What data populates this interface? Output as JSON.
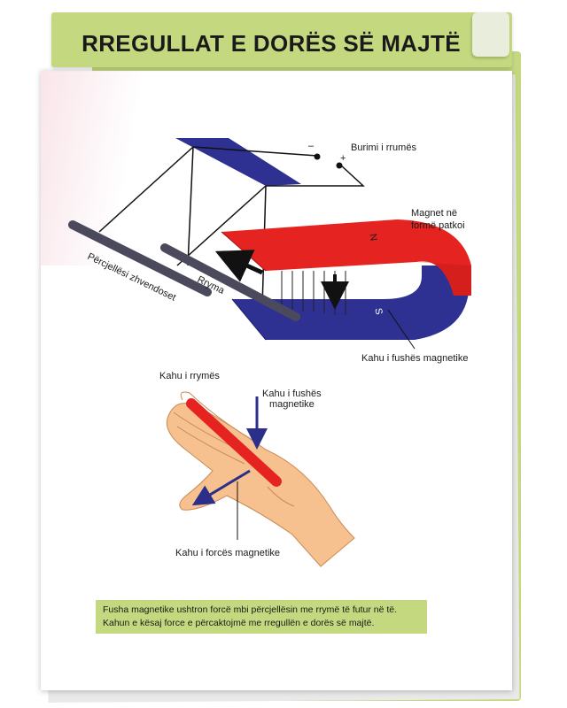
{
  "title": "RREGULLAT E DORËS SË MAJTË",
  "labels": {
    "source": "Burimi i rrumës",
    "minus": "–",
    "plus": "+",
    "magnet_line1": "Magnet në",
    "magnet_line2": "formë patkoi",
    "north": "N",
    "south": "S",
    "moving_conductor": "Përcjellësi zhvendoset",
    "rails": "Rryma",
    "field_direction_magnet": "Kahu i fushës magnetike",
    "current_direction": "Kahu i rrymës",
    "hand_field_line1": "Kahu i fushës",
    "hand_field_line2": "magnetike",
    "force_direction": "Kahu i forcës magnetike"
  },
  "caption": {
    "line1": "Fusha magnetike ushtron forcë mbi përcjellësin me rrymë të futur në të.",
    "line2": "Kahun e kësaj force e përcaktojmë me rregullën e dorës së majtë."
  },
  "colors": {
    "banner_green": "#c4d97f",
    "magnet_red": "#e52421",
    "magnet_blue": "#2e3192",
    "rail_gray": "#4a4a5c",
    "skin": "#f7c08f",
    "arrow_navy": "#2b2f8a"
  }
}
